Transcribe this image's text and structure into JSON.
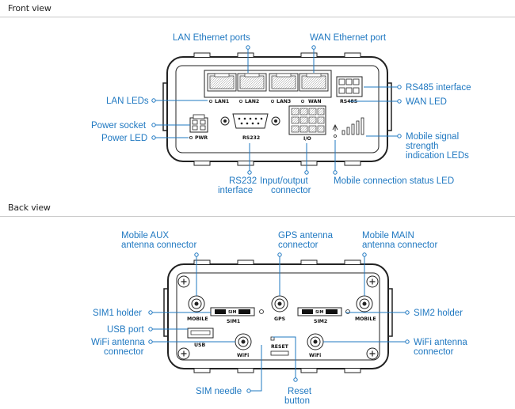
{
  "sections": {
    "front_title": "Front view",
    "back_title": "Back view"
  },
  "front": {
    "callouts": {
      "lan_ports": "LAN Ethernet ports",
      "wan_port": "WAN Ethernet port",
      "rs485": "RS485 interface",
      "wan_led": "WAN LED",
      "lan_leds": "LAN LEDs",
      "power_socket": "Power socket",
      "power_led": "Power LED",
      "mobile_signal": [
        "Mobile signal",
        "strength",
        "indication LEDs"
      ],
      "rs232": [
        "RS232",
        "interface"
      ],
      "io": [
        "Input/output",
        "connector"
      ],
      "mobile_status": "Mobile connection status LED"
    },
    "device_labels": {
      "lan1": "LAN1",
      "lan2": "LAN2",
      "lan3": "LAN3",
      "wan": "WAN",
      "rs485": "RS485",
      "pwr": "PWR",
      "rs232": "RS232",
      "io": "I/O"
    }
  },
  "back": {
    "callouts": {
      "mobile_aux": [
        "Mobile AUX",
        "antenna connector"
      ],
      "gps": [
        "GPS antenna",
        "connector"
      ],
      "mobile_main": [
        "Mobile MAIN",
        "antenna connector"
      ],
      "sim1_holder": "SIM1 holder",
      "usb_port": "USB port",
      "wifi_left": [
        "WiFi antenna",
        "connector"
      ],
      "sim2_holder": "SIM2 holder",
      "wifi_right": [
        "WiFi antenna",
        "connector"
      ],
      "sim_needle": "SIM needle",
      "reset": [
        "Reset",
        "button"
      ]
    },
    "device_labels": {
      "mobile_left": "MOBILE",
      "gps": "GPS",
      "mobile_right": "MOBILE",
      "sim1": "SIM1",
      "sim2": "SIM2",
      "sim": "SIM",
      "usb": "USB",
      "wifi_left": "WiFi",
      "reset": "RESET",
      "wifi_right": "WiFi"
    }
  },
  "colors": {
    "accent": "#1f78c1",
    "outline": "#222222",
    "rule": "#c8c8c8"
  }
}
